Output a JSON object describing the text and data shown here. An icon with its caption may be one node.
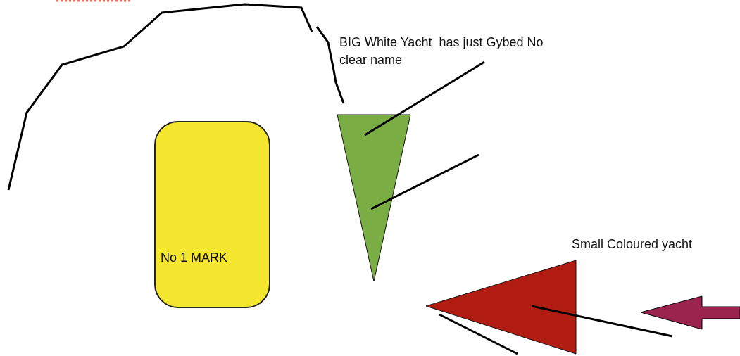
{
  "diagram": {
    "nodes": [
      {
        "text": [
          "No 1 MARK"
        ]
      },
      {
        "text": [],
        "shape": "triangle",
        "beside": [
          "BIG White Yacht  has just Gybed No clear name"
        ]
      },
      {
        "text": [],
        "shape": "triangle",
        "beside": [
          "Small Coloured yacht"
        ]
      }
    ]
  }
}
